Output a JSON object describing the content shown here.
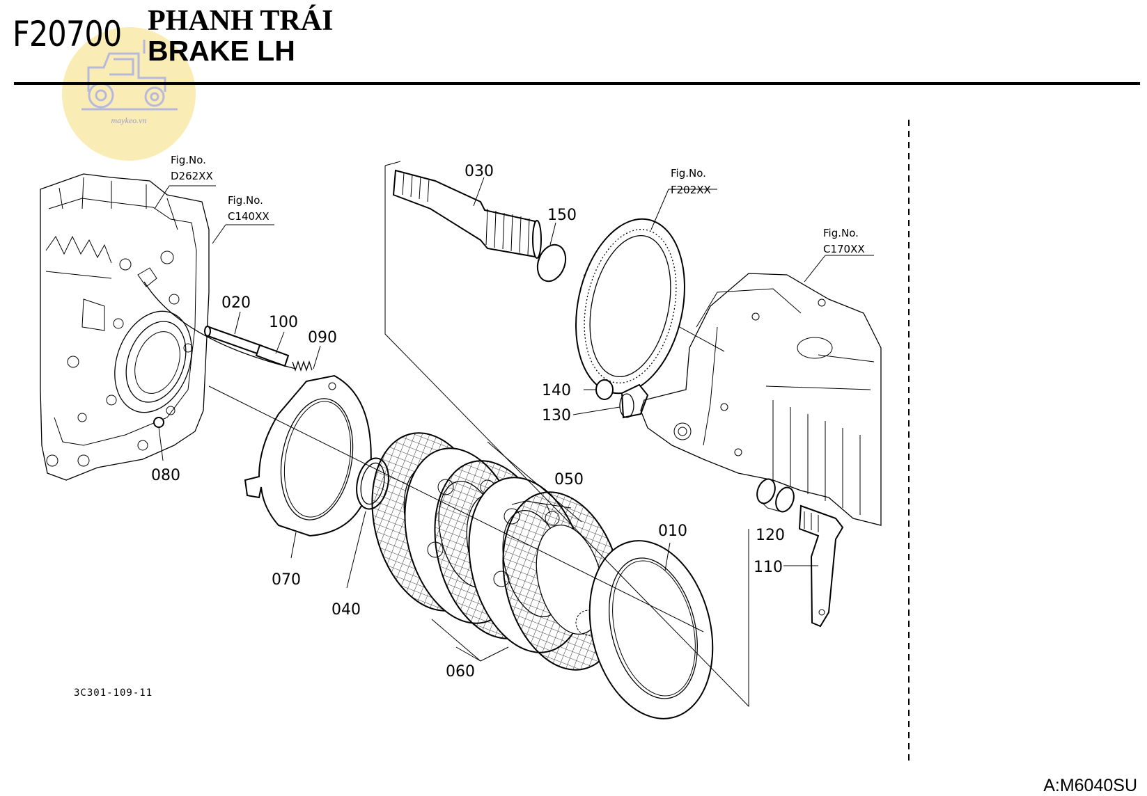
{
  "header": {
    "fig_code": "F20700",
    "title_vn": "PHANH TRÁI",
    "title_en": "BRAKE LH"
  },
  "watermark": {
    "text": "maykeo.vn",
    "color": "#f7e69a"
  },
  "references": [
    {
      "label": "Fig.No.",
      "code": "D262XX"
    },
    {
      "label": "Fig.No.",
      "code": "C140XX"
    },
    {
      "label": "Fig.No.",
      "code": "F202XX"
    },
    {
      "label": "Fig.No.",
      "code": "C170XX"
    }
  ],
  "parts": [
    "010",
    "020",
    "030",
    "040",
    "050",
    "060",
    "070",
    "080",
    "090",
    "100",
    "110",
    "120",
    "130",
    "140",
    "150"
  ],
  "drawing_code": "3C301-109-11",
  "model_code": "A:M6040SU"
}
